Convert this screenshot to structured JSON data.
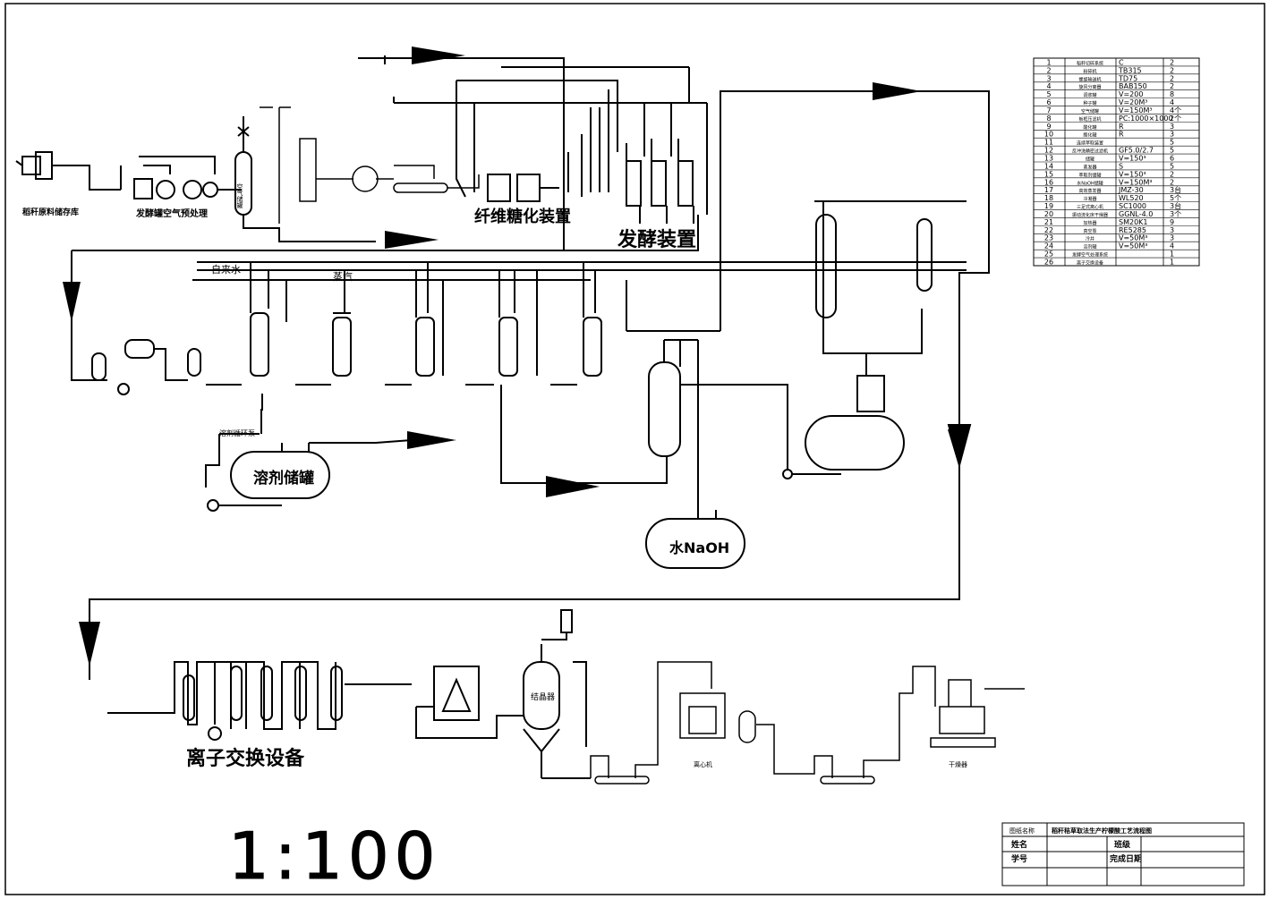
{
  "labels": {
    "raw_storage": "稻秆原料储存库",
    "air_system": "发酵罐空气预处理",
    "air_tank": "空气储罐",
    "cellulose": "纤维糖化装置",
    "fermentation": "发酵装置",
    "tap_water": "自来水",
    "steam": "蒸汽",
    "solvent_pump": "溶剂循环泵",
    "solvent_tank": "溶剂储罐",
    "naoh_tank": "水NaOH",
    "ion_exchange": "离子交换设备",
    "centrifuge": "离心机",
    "dryer": "干燥器",
    "crystallizer": "结晶器",
    "scale": "1:100"
  },
  "table": {
    "rows": [
      {
        "no": "1",
        "name": "稻秆切碎系统",
        "spec": "C",
        "qty": "2"
      },
      {
        "no": "2",
        "name": "粉碎机",
        "spec": "TB315",
        "qty": "2"
      },
      {
        "no": "3",
        "name": "螺旋输送机",
        "spec": "TD75",
        "qty": "2"
      },
      {
        "no": "4",
        "name": "旋风分离器",
        "spec": "BAB150",
        "qty": "2"
      },
      {
        "no": "5",
        "name": "调浆罐",
        "spec": "V=200",
        "qty": "8"
      },
      {
        "no": "6",
        "name": "种子罐",
        "spec": "V=20M³",
        "qty": "4"
      },
      {
        "no": "7",
        "name": "空气储罐",
        "spec": "V=150M³",
        "qty": "4个"
      },
      {
        "no": "8",
        "name": "板框压滤机",
        "spec": "PC:1000×1000",
        "qty": "2个"
      },
      {
        "no": "9",
        "name": "酸化罐",
        "spec": "R",
        "qty": "3"
      },
      {
        "no": "10",
        "name": "酯化罐",
        "spec": "R",
        "qty": "3"
      },
      {
        "no": "11",
        "name": "连续萃取装置",
        "spec": "",
        "qty": "5"
      },
      {
        "no": "12",
        "name": "反冲洗精密过滤机",
        "spec": "GF5.0/2.7",
        "qty": "5"
      },
      {
        "no": "13",
        "name": "储罐",
        "spec": "V=150³",
        "qty": "6"
      },
      {
        "no": "14",
        "name": "蒸发器",
        "spec": "S",
        "qty": "5"
      },
      {
        "no": "15",
        "name": "萃取剂储罐",
        "spec": "V=150³",
        "qty": "2"
      },
      {
        "no": "16",
        "name": "水NaOH储罐",
        "spec": "V=150M³",
        "qty": "2"
      },
      {
        "no": "17",
        "name": "高效蒸发器",
        "spec": "JMZ-30",
        "qty": "3台"
      },
      {
        "no": "18",
        "name": "冷凝器",
        "spec": "WL520",
        "qty": "5个"
      },
      {
        "no": "19",
        "name": "三足式离心机",
        "spec": "SC1000",
        "qty": "3台"
      },
      {
        "no": "20",
        "name": "振动流化床干燥器",
        "spec": "GGNL-4.0",
        "qty": "3个"
      },
      {
        "no": "21",
        "name": "加热器",
        "spec": "SM20K1",
        "qty": "9"
      },
      {
        "no": "22",
        "name": "真空泵",
        "spec": "RE5285",
        "qty": "3"
      },
      {
        "no": "23",
        "name": "冷井",
        "spec": "V=50M³",
        "qty": "3"
      },
      {
        "no": "24",
        "name": "溶剂罐",
        "spec": "V=50M³",
        "qty": "4"
      },
      {
        "no": "25",
        "name": "发酵空气处理系统",
        "spec": "",
        "qty": "1"
      },
      {
        "no": "26",
        "name": "离子交换设备",
        "spec": "",
        "qty": "1"
      }
    ]
  },
  "title_block": {
    "label_title": "图纸名称",
    "title": "稻秆秸草取法生产柠檬酸工艺流程图",
    "label_name": "姓名",
    "label_class": "班级",
    "label_id": "学号",
    "label_date": "完成日期"
  }
}
